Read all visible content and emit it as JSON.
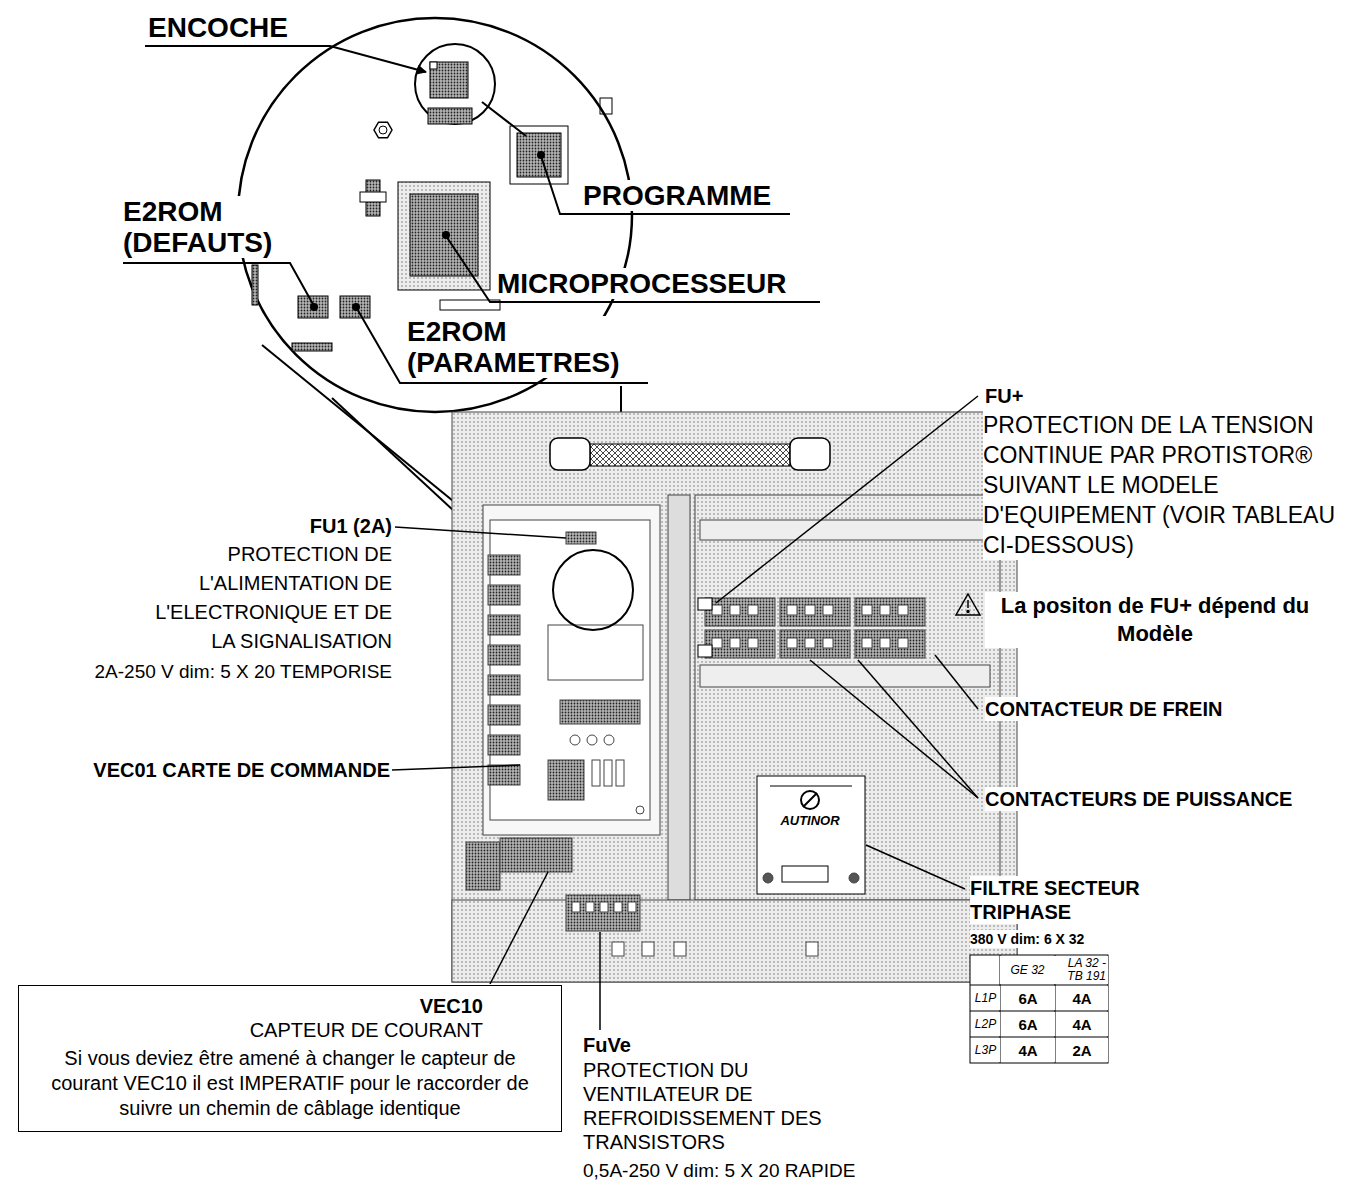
{
  "diagram": {
    "nodes": [
      {
        "text": [
          "VEC10",
          "CAPTEUR DE COURANT",
          "Si vous deviez être amené à changer le capteur de courant VEC10 il est IMPERATIF pour le raccorder de suivre un chemin de câblage identique"
        ]
      }
    ],
    "labels": [
      "ENCOCHE",
      "PROGRAMME",
      "E2ROM (DEFAUTS)",
      "MICROPROCESSEUR",
      "E2ROM (PARAMETRES)",
      "FU+",
      "PROTECTION DE LA TENSION CONTINUE PAR PROTISTOR® SUIVANT LE MODELE D'EQUIPEMENT (VOIR TABLEAU CI-DESSOUS)",
      "La positon de FU+ dépend du Modèle",
      "FU1 (2A)",
      "PROTECTION DE L'ALIMENTATION DE L'ELECTRONIQUE ET DE LA SIGNALISATION",
      "2A-250 V dim: 5 X 20 TEMPORISE",
      "VEC01 CARTE DE COMMANDE",
      "CONTACTEUR DE FREIN",
      "CONTACTEURS DE PUISSANCE",
      "AUTINOR",
      "FILTRE SECTEUR TRIPHASE",
      "380 V dim: 6 X 32",
      "GE 32",
      "LA 32 - TB 191",
      "L1P",
      "6A",
      "4A",
      "L2P",
      "6A",
      "4A",
      "L3P",
      "4A",
      "2A",
      "FuVe",
      "PROTECTION DU VENTILATEUR DE REFROIDISSEMENT DES TRANSISTORS",
      "0,5A-250 V dim: 5 X 20 RAPIDE"
    ]
  }
}
